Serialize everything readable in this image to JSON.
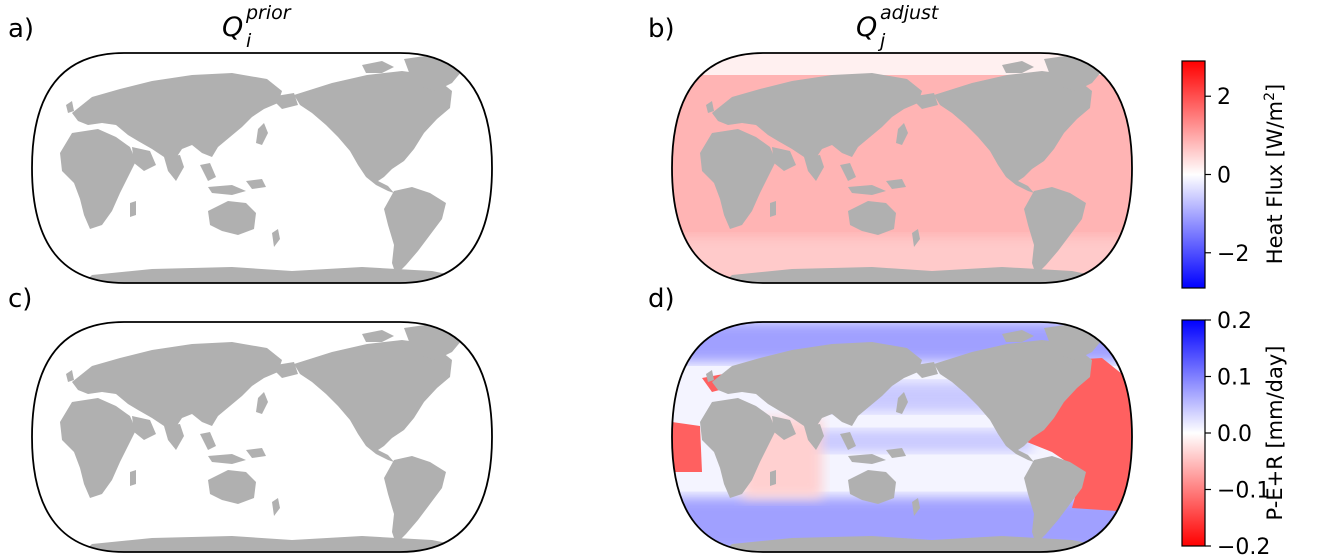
{
  "panels": [
    {
      "label": "a)",
      "title_base": "Q",
      "title_sub": "i",
      "title_sup": "prior",
      "field": "zero"
    },
    {
      "label": "b)",
      "title_base": "Q",
      "title_sub": "j",
      "title_sup": "adjust",
      "field": "heat"
    },
    {
      "label": "c)",
      "title_base": "",
      "title_sub": "",
      "title_sup": "",
      "field": "zero"
    },
    {
      "label": "d)",
      "title_base": "",
      "title_sub": "",
      "title_sup": "",
      "field": "pe"
    }
  ],
  "colors": {
    "land": "#b0b0b0",
    "ocean_zero": "#ffffff",
    "heat_main": "#ffb4b4",
    "heat_south": "#ffcaca",
    "pe_atlantic": "#ff6060",
    "pe_blue": "#c9c9ff",
    "pe_deepblue": "#a0a0ff",
    "pe_lightred": "#ffd0d0",
    "cmap_low": "#0000ff",
    "cmap_mid": "#ffffff",
    "cmap_high": "#ff0000"
  },
  "chart_data": [
    {
      "type": "heatmap",
      "panel": "a",
      "title": "Q_i^prior",
      "description_values": "uniform 0 over ocean"
    },
    {
      "type": "heatmap",
      "panel": "b",
      "title": "Q_j^adjust",
      "colorbar_label": "Heat Flux [W/m²]",
      "colorbar_range": [
        -2.9,
        2.9
      ],
      "colorbar_ticks": [
        2,
        0,
        -2
      ],
      "colorbar_tick_labels": [
        "2",
        "0",
        "−2"
      ],
      "typical_ocean_value": 0.9
    },
    {
      "type": "heatmap",
      "panel": "c",
      "title": "",
      "description_values": "uniform 0 over ocean"
    },
    {
      "type": "heatmap",
      "panel": "d",
      "title": "",
      "colorbar_label": "P-E+R [mm/day]",
      "colorbar_range": [
        -0.2,
        0.2
      ],
      "colorbar_ticks": [
        0.2,
        0.1,
        0.0,
        -0.1,
        -0.2
      ],
      "colorbar_tick_labels": [
        "0.2",
        "0.1",
        "0.0",
        "−0.1",
        "−0.2"
      ],
      "colorbar_reversed": true
    }
  ],
  "colorbars": [
    {
      "label_main": "Heat Flux [W/m",
      "label_sup": "2",
      "label_end": "]",
      "ticks": [
        {
          "v": 2,
          "t": "2"
        },
        {
          "v": 0,
          "t": "0"
        },
        {
          "v": -2,
          "t": "−2"
        }
      ],
      "vmin": -2.9,
      "vmax": 2.9,
      "top_color": "#ff0000",
      "bottom_color": "#0000ff"
    },
    {
      "label_main": "P-E+R [mm/day]",
      "label_sup": "",
      "label_end": "",
      "ticks": [
        {
          "v": 0.2,
          "t": "0.2"
        },
        {
          "v": 0.1,
          "t": "0.1"
        },
        {
          "v": 0.0,
          "t": "0.0"
        },
        {
          "v": -0.1,
          "t": "−0.1"
        },
        {
          "v": -0.2,
          "t": "−0.2"
        }
      ],
      "vmin": -0.2,
      "vmax": 0.2,
      "top_color": "#0000ff",
      "bottom_color": "#ff0000"
    }
  ]
}
